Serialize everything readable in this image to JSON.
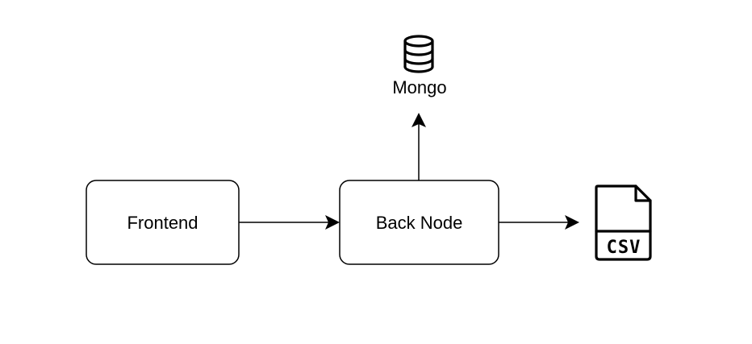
{
  "nodes": {
    "frontend": {
      "label": "Frontend"
    },
    "back_node": {
      "label": "Back Node"
    },
    "mongo": {
      "label": "Mongo",
      "icon": "database-icon"
    },
    "csv": {
      "label": "CSV",
      "icon": "csv-file-icon"
    }
  },
  "edges": [
    {
      "from": "Frontend",
      "to": "Back Node"
    },
    {
      "from": "Back Node",
      "to": "Mongo"
    },
    {
      "from": "Back Node",
      "to": "CSV"
    }
  ],
  "colors": {
    "stroke": "#000000",
    "background": "#ffffff"
  }
}
